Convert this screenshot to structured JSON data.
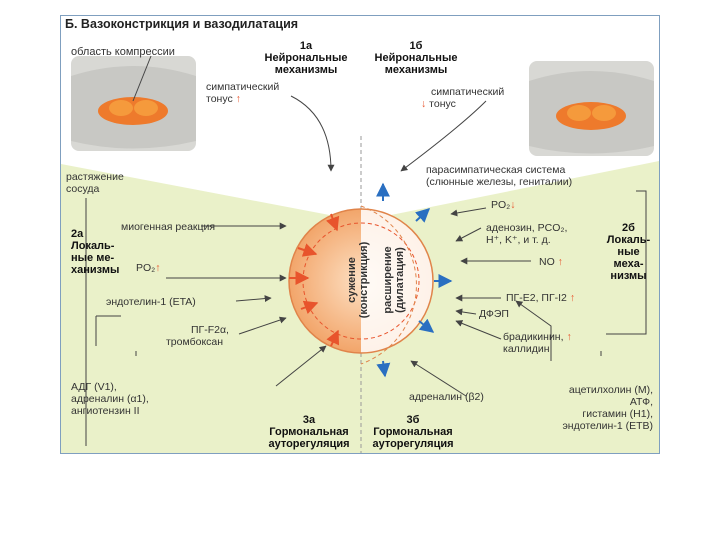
{
  "title": "Б. Вазоконстрикция и вазодилатация",
  "compression_label": "область компрессии",
  "n1a": {
    "num": "1а",
    "l1": "Нейрональные",
    "l2": "механизмы"
  },
  "n1b": {
    "num": "1б",
    "l1": "Нейрональные",
    "l2": "механизмы"
  },
  "symp_left": {
    "l1": "симпатический",
    "l2": "тонус"
  },
  "symp_right": {
    "l1": "симпатический",
    "l2": "тонус"
  },
  "stretch": {
    "l1": "растяжение",
    "l2": "сосуда"
  },
  "myogenic": "миогенная реакция",
  "local2a": {
    "num": "2а",
    "l1": "Локаль-",
    "l2": "ные ме-",
    "l3": "ханизмы"
  },
  "po2_left": "PO₂",
  "endothelin_left": "эндотелин-1 (ETA)",
  "pgf_left": {
    "l1": "ПГ-F2α,",
    "l2": "тромбоксан"
  },
  "hormones_left": {
    "l1": "АДГ (V1),",
    "l2": "адреналин (α1),",
    "l3": "ангиотензин II"
  },
  "n3a": {
    "num": "3а",
    "l1": "Гормональная",
    "l2": "ауторегуляция"
  },
  "center_left": {
    "l1": "сужение",
    "l2": "(констрикция)"
  },
  "center_right": {
    "l1": "расширение",
    "l2": "(дилатация)"
  },
  "parasymp": {
    "l1": "парасимпатическая система",
    "l2": "(слюнные железы, гениталии)"
  },
  "po2_right": "PO₂",
  "adenosine": {
    "l1": "аденозин, PCO₂,",
    "l2": "H⁺, K⁺, и т. д."
  },
  "local2b": {
    "num": "2б",
    "l1": "Локаль-",
    "l2": "ные",
    "l3": "меха-",
    "l4": "низмы"
  },
  "no": "NO",
  "pge": "ПГ-E2, ПГ-I2",
  "dfep": "ДФЭП",
  "bradykinin": {
    "l1": "брадикинин,",
    "l2": "каллидин"
  },
  "adrenalin_b2": "адреналин (β2)",
  "hormones_right": {
    "l1": "ацетилхолин (M),",
    "l2": "АТФ,",
    "l3": "гистамин (H1),",
    "l4": "эндотелин-1 (ETB)"
  },
  "n3b": {
    "num": "3б",
    "l1": "Гормональная",
    "l2": "ауторегуляция"
  },
  "arrows": {
    "up": "↑",
    "down": "↓"
  },
  "colors": {
    "accent": "#e8542c",
    "zone_green": "#eaf1c9",
    "circle_orange": "#f5b27d",
    "blue_arrow": "#2a6fc1"
  }
}
